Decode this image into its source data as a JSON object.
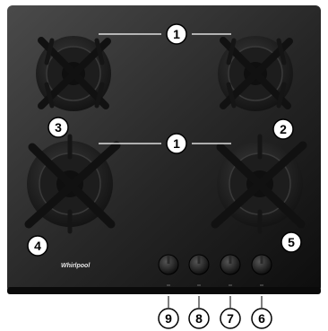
{
  "diagram": {
    "brand_logo": "Whirlpool",
    "callouts": [
      {
        "id": "c1-top",
        "label": "1",
        "refers_to": "burner-grates-top"
      },
      {
        "id": "c1-mid",
        "label": "1",
        "refers_to": "burner-grates-bottom"
      },
      {
        "id": "c2",
        "label": "2",
        "refers_to": "burner-top-right"
      },
      {
        "id": "c3",
        "label": "3",
        "refers_to": "burner-top-left"
      },
      {
        "id": "c4",
        "label": "4",
        "refers_to": "burner-bottom-left"
      },
      {
        "id": "c5",
        "label": "5",
        "refers_to": "burner-bottom-right"
      },
      {
        "id": "c9",
        "label": "9",
        "refers_to": "knob-1"
      },
      {
        "id": "c8",
        "label": "8",
        "refers_to": "knob-2"
      },
      {
        "id": "c7",
        "label": "7",
        "refers_to": "knob-3"
      },
      {
        "id": "c6",
        "label": "6",
        "refers_to": "knob-4"
      }
    ],
    "colors": {
      "glass_top": "#4a4a4a",
      "glass_bottom": "#0d0d0d",
      "grate": "#111111",
      "callout_fill": "#ffffff",
      "callout_stroke": "#000000"
    }
  }
}
